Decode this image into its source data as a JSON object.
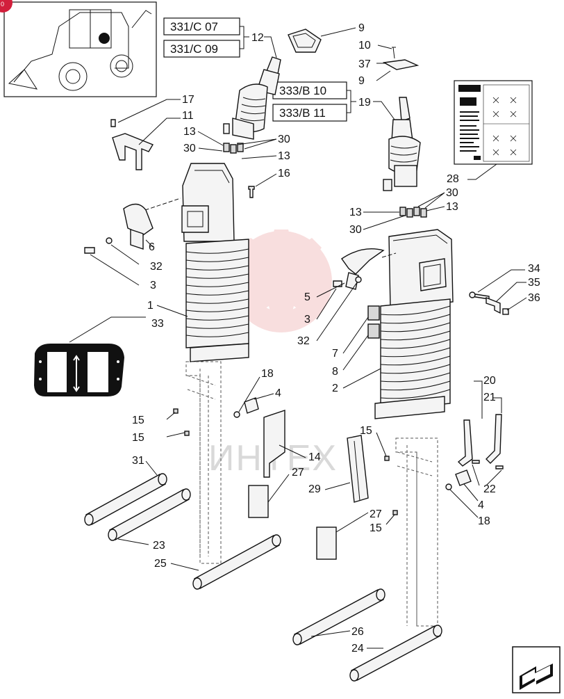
{
  "reference_boxes": [
    {
      "id": "331-c-07",
      "text": "331/C 07"
    },
    {
      "id": "331-c-09",
      "text": "331/C 09"
    },
    {
      "id": "333-b-10",
      "text": "333/B 10"
    },
    {
      "id": "333-b-11",
      "text": "333/B 11"
    }
  ],
  "callouts": {
    "c9a": "9",
    "c10": "10",
    "c37": "37",
    "c9b": "9",
    "c12": "12",
    "c19": "19",
    "c17": "17",
    "c11": "11",
    "c13a": "13",
    "c30a": "30",
    "c30b": "30",
    "c13b": "13",
    "c16": "16",
    "c28": "28",
    "c30c": "30",
    "c13c": "13",
    "c13d": "13",
    "c30d": "30",
    "c6": "6",
    "c32a": "32",
    "c3a": "3",
    "c1": "1",
    "c33": "33",
    "c5": "5",
    "c3b": "3",
    "c32b": "32",
    "c7": "7",
    "c8": "8",
    "c2": "2",
    "c34": "34",
    "c35": "35",
    "c36": "36",
    "c18a": "18",
    "c4a": "4",
    "c15a": "15",
    "c15b": "15",
    "c14": "14",
    "c27a": "27",
    "c31": "31",
    "c29": "29",
    "c23": "23",
    "c25": "25",
    "c15c": "15",
    "c20": "20",
    "c21": "21",
    "c22": "22",
    "c4b": "4",
    "c18b": "18",
    "c27b": "27",
    "c15d": "15",
    "c26": "26",
    "c24": "24"
  },
  "watermark": "ИНТЕХ",
  "icons": {
    "thumbnail": "backhoe-loader-icon",
    "corner_badge": "badge-icon",
    "next_page": "next-page-arrow-icon",
    "warning_decal": "joystick-pattern-decal-icon"
  },
  "colors": {
    "line": "#111111",
    "badge": "#d21f3c",
    "watermark_logo": "#f3c4c4"
  }
}
